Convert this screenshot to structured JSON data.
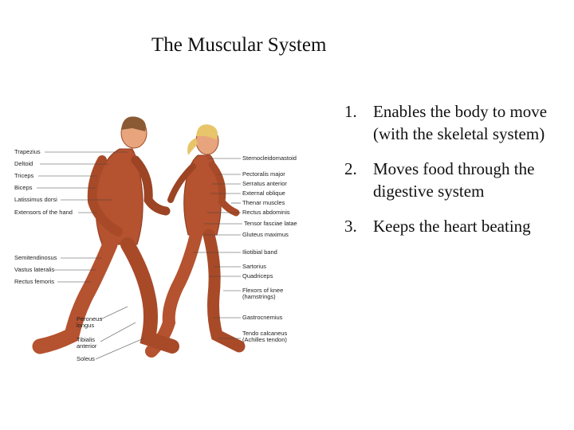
{
  "slide": {
    "title": "The Muscular System"
  },
  "figure": {
    "labels_left": [
      "Trapezius",
      "Deltoid",
      "Triceps",
      "Biceps",
      "Latissimus dorsi",
      "Extensors of the hand",
      "Semitendinosus",
      "Vastus lateralis",
      "Rectus femoris",
      "Peroneus longus",
      "Tibialis anterior",
      "Soleus"
    ],
    "labels_right": [
      "Sternocleidomastoid",
      "Pectoralis major",
      "Serratus anterior",
      "External oblique",
      "Thenar muscles",
      "Rectus abdominis",
      "Tensor fasciae latae",
      "Gluteus maximus",
      "Iliotibial band",
      "Sartorius",
      "Quadriceps",
      "Flexors of knee (hamstrings)",
      "Gastrocnemius",
      "Tendo calcaneus (Achilles tendon)"
    ],
    "colors": {
      "muscle": "#b5522f",
      "muscle_dark": "#8a3a20",
      "skin": "#e8a57d",
      "hair_male": "#8a5a34",
      "hair_female": "#e8c46a"
    }
  },
  "points": [
    {
      "number": "1.",
      "text": "Enables the body to move (with the skeletal system)"
    },
    {
      "number": "2.",
      "text": "Moves food through the digestive system"
    },
    {
      "number": "3.",
      "text": "Keeps the heart beating"
    }
  ]
}
